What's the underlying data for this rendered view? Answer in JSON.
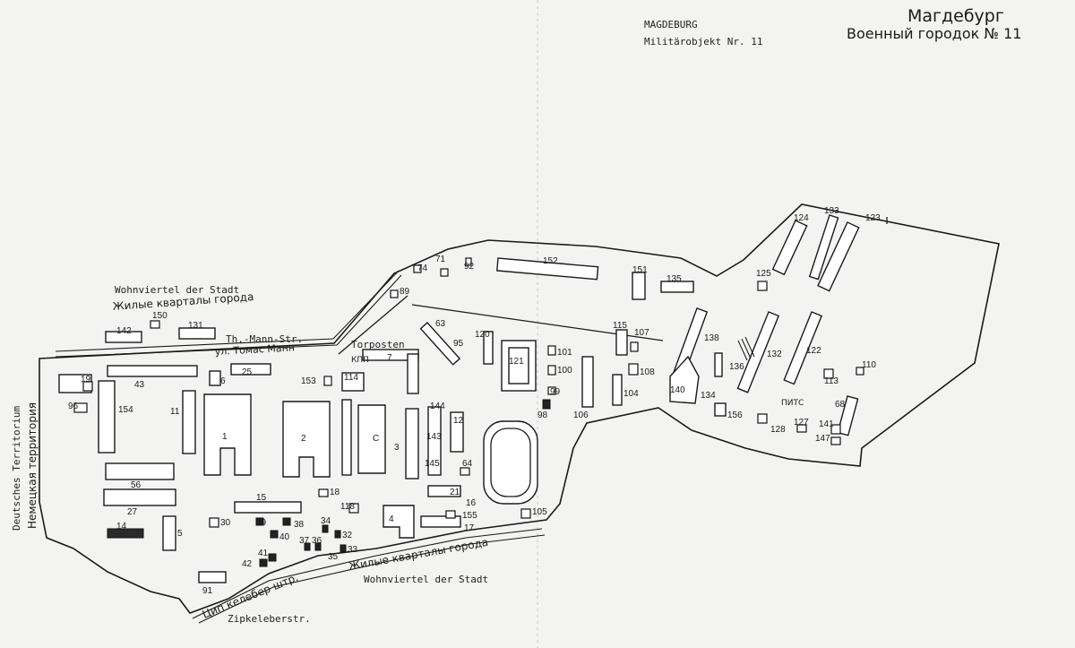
{
  "header": {
    "de_city": "MAGDEBURG",
    "de_object": "Militärobjekt Nr. 11",
    "ru_city": "Магдебург",
    "ru_object": "Военный городок № 11"
  },
  "labels": {
    "wohnviertel_north_de": "Wohnviertel der Stadt",
    "wohnviertel_north_ru": "Жилые кварталы города",
    "thmann_de": "Th.-Mann-Str.",
    "thmann_ru": "ул. Томас Манн",
    "torposten": "Torposten",
    "kpp": "КПП",
    "territory_de": "Deutsches Territorium",
    "territory_ru": "Немецкая территория",
    "wohnviertel_south_ru": "Жилые кварталы города",
    "wohnviertel_south_de": "Wohnviertel der Stadt",
    "zipkeleber_ru": "Цип келебер штр.",
    "zipkeleber_de": "Zipkeleberstr.",
    "pits": "ПИТС"
  },
  "buildings": [
    {
      "id": "b142",
      "label": "142"
    },
    {
      "id": "b150",
      "label": "150"
    },
    {
      "id": "b131",
      "label": "131"
    },
    {
      "id": "b43",
      "label": "43"
    },
    {
      "id": "b19",
      "label": "19"
    },
    {
      "id": "b96",
      "label": "96"
    },
    {
      "id": "b154",
      "label": "154"
    },
    {
      "id": "b11",
      "label": "11"
    },
    {
      "id": "b56",
      "label": "56"
    },
    {
      "id": "b27",
      "label": "27"
    },
    {
      "id": "b14",
      "label": "14"
    },
    {
      "id": "b5",
      "label": "5"
    },
    {
      "id": "b91",
      "label": "91"
    },
    {
      "id": "b25",
      "label": "25"
    },
    {
      "id": "b6",
      "label": "6"
    },
    {
      "id": "b1",
      "label": "1"
    },
    {
      "id": "b2",
      "label": "2"
    },
    {
      "id": "b15",
      "label": "15"
    },
    {
      "id": "b30",
      "label": "30"
    },
    {
      "id": "b39",
      "label": "39"
    },
    {
      "id": "b38",
      "label": "38"
    },
    {
      "id": "b40",
      "label": "40"
    },
    {
      "id": "b41",
      "label": "41"
    },
    {
      "id": "b42",
      "label": "42"
    },
    {
      "id": "b37",
      "label": "37"
    },
    {
      "id": "b36",
      "label": "36"
    },
    {
      "id": "b35",
      "label": "35"
    },
    {
      "id": "b34",
      "label": "34"
    },
    {
      "id": "b32",
      "label": "32"
    },
    {
      "id": "b33",
      "label": "33"
    },
    {
      "id": "b18",
      "label": "18"
    },
    {
      "id": "b153",
      "label": "153"
    },
    {
      "id": "b114",
      "label": "114"
    },
    {
      "id": "b7",
      "label": "7"
    },
    {
      "id": "bC",
      "label": "С"
    },
    {
      "id": "b3",
      "label": "3"
    },
    {
      "id": "b118",
      "label": "118"
    },
    {
      "id": "b4",
      "label": "4"
    },
    {
      "id": "b144",
      "label": "144"
    },
    {
      "id": "b12",
      "label": "12"
    },
    {
      "id": "b143",
      "label": "143"
    },
    {
      "id": "b145",
      "label": "145"
    },
    {
      "id": "b64",
      "label": "64"
    },
    {
      "id": "b21",
      "label": "21"
    },
    {
      "id": "b16",
      "label": "16"
    },
    {
      "id": "b155",
      "label": "155"
    },
    {
      "id": "b17",
      "label": "17"
    },
    {
      "id": "b105",
      "label": "105"
    },
    {
      "id": "b74",
      "label": "74"
    },
    {
      "id": "b89",
      "label": "89"
    },
    {
      "id": "b71",
      "label": "71"
    },
    {
      "id": "b92",
      "label": "92"
    },
    {
      "id": "b63",
      "label": "63"
    },
    {
      "id": "b95",
      "label": "95"
    },
    {
      "id": "b120",
      "label": "120"
    },
    {
      "id": "b121",
      "label": "121"
    },
    {
      "id": "b152",
      "label": "152"
    },
    {
      "id": "b101",
      "label": "101"
    },
    {
      "id": "b100",
      "label": "100"
    },
    {
      "id": "b99",
      "label": "99"
    },
    {
      "id": "b98",
      "label": "98"
    },
    {
      "id": "b106",
      "label": "106"
    },
    {
      "id": "b104",
      "label": "104"
    },
    {
      "id": "b115",
      "label": "115"
    },
    {
      "id": "b107",
      "label": "107"
    },
    {
      "id": "b108",
      "label": "108"
    },
    {
      "id": "b151",
      "label": "151"
    },
    {
      "id": "b135",
      "label": "135"
    },
    {
      "id": "b124",
      "label": "124"
    },
    {
      "id": "b133",
      "label": "133"
    },
    {
      "id": "b123",
      "label": "123"
    },
    {
      "id": "b125",
      "label": "125"
    },
    {
      "id": "b138",
      "label": "138"
    },
    {
      "id": "b136",
      "label": "136"
    },
    {
      "id": "b132",
      "label": "132"
    },
    {
      "id": "b122",
      "label": "122"
    },
    {
      "id": "b110",
      "label": "110"
    },
    {
      "id": "b113",
      "label": "113"
    },
    {
      "id": "b140",
      "label": "140"
    },
    {
      "id": "b134",
      "label": "134"
    },
    {
      "id": "b156",
      "label": "156"
    },
    {
      "id": "b128",
      "label": "128"
    },
    {
      "id": "b127",
      "label": "127"
    },
    {
      "id": "b141",
      "label": "141"
    },
    {
      "id": "b147",
      "label": "147"
    },
    {
      "id": "b68",
      "label": "68"
    }
  ]
}
